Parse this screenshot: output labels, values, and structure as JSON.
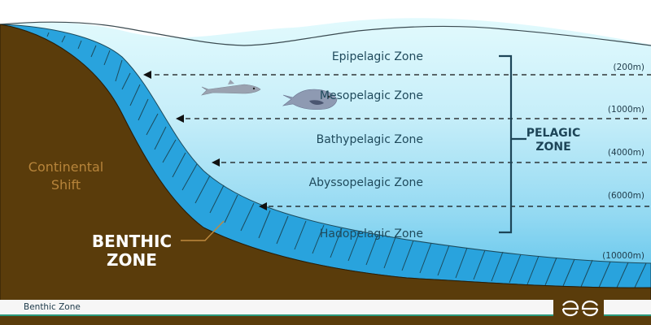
{
  "diagram": {
    "title": "Benthic Zone",
    "zones": [
      {
        "name": "Epipelagic Zone",
        "depth": "(200m)"
      },
      {
        "name": "Mesopelagic Zone",
        "depth": "(1000m)"
      },
      {
        "name": "Bathypelagic Zone",
        "depth": "(4000m)"
      },
      {
        "name": "Abyssopelagic Zone",
        "depth": "(6000m)"
      },
      {
        "name": "Hadopelagic Zone",
        "depth": "(10000m)"
      }
    ],
    "pelagic_label_line1": "PELAGIC",
    "pelagic_label_line2": "ZONE",
    "benthic_label_line1": "BENTHIC",
    "benthic_label_line2": "ZONE",
    "continental_line1": "Continental",
    "continental_line2": "Shift",
    "logo_icon": "geeksforgeeks-logo-icon"
  },
  "colors": {
    "land": "#5a3c0b",
    "benthic_band": "#29a3dd",
    "water_top": "#e2fafd",
    "water_bottom": "#5cc3ea",
    "zone_text": "#1f4a5c",
    "continental_text": "#b7843a",
    "footer_accent": "#2a9a7c"
  }
}
